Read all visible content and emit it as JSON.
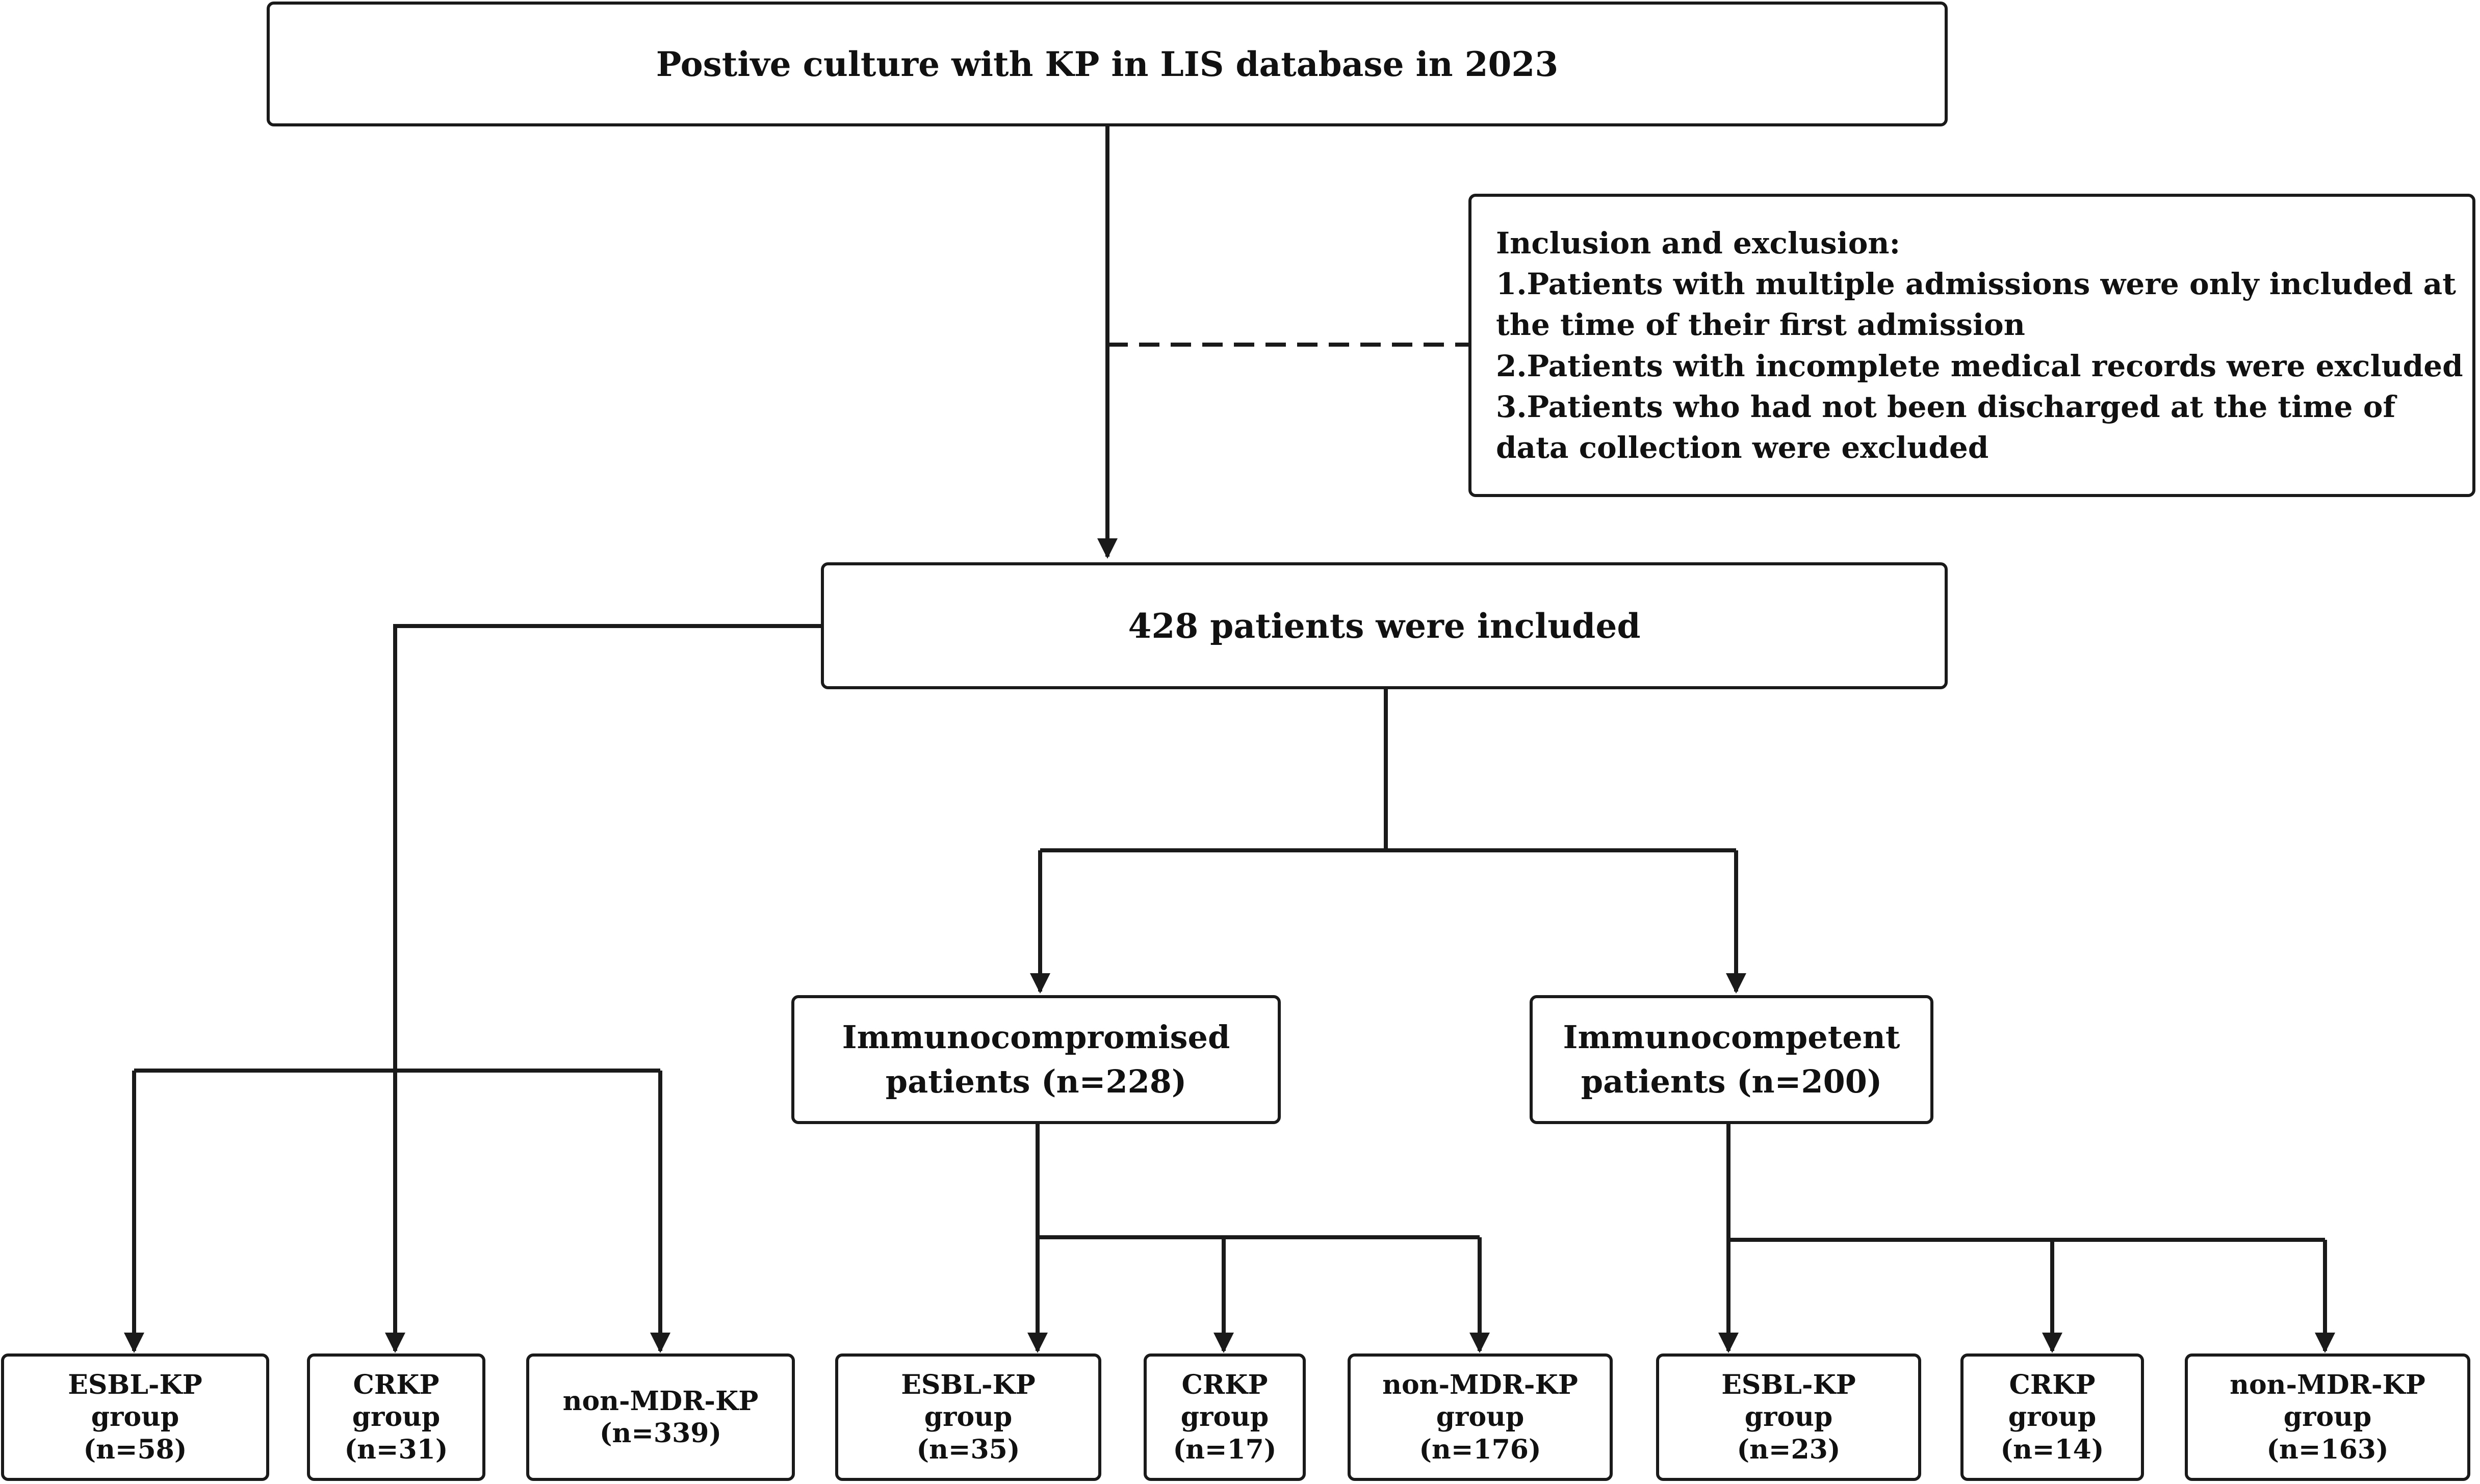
{
  "top_box": "Postive culture with KP in LIS database in 2023",
  "criteria": {
    "title": "Inclusion and exclusion:",
    "lines": [
      "1.Patients with multiple admissions were only included at",
      "the time of their first admission",
      "2.Patients with incomplete medical records were excluded",
      "3.Patients who had not been discharged at the time of",
      "data collection were excluded"
    ]
  },
  "included_box": "428 patients were included",
  "groups": {
    "immunocompromised": {
      "line1": "Immunocompromised",
      "line2": "patients (n=228)"
    },
    "immunocompetent": {
      "line1": "Immunocompetent",
      "line2": "patients (n=200)"
    }
  },
  "leaves": [
    {
      "name": "ESBL-KP",
      "group": "group",
      "n": "(n=58)"
    },
    {
      "name": "CRKP",
      "group": "group",
      "n": "(n=31)"
    },
    {
      "name": "non-MDR-KP",
      "group": "",
      "n": "(n=339)"
    },
    {
      "name": "ESBL-KP",
      "group": "group",
      "n": "(n=35)"
    },
    {
      "name": "CRKP",
      "group": "group",
      "n": "(n=17)"
    },
    {
      "name": "non-MDR-KP",
      "group": "group",
      "n": "(n=176)"
    },
    {
      "name": "ESBL-KP",
      "group": "group",
      "n": "(n=23)"
    },
    {
      "name": "CRKP",
      "group": "group",
      "n": "(n=14)"
    },
    {
      "name": "non-MDR-KP",
      "group": "group",
      "n": "(n=163)"
    }
  ]
}
